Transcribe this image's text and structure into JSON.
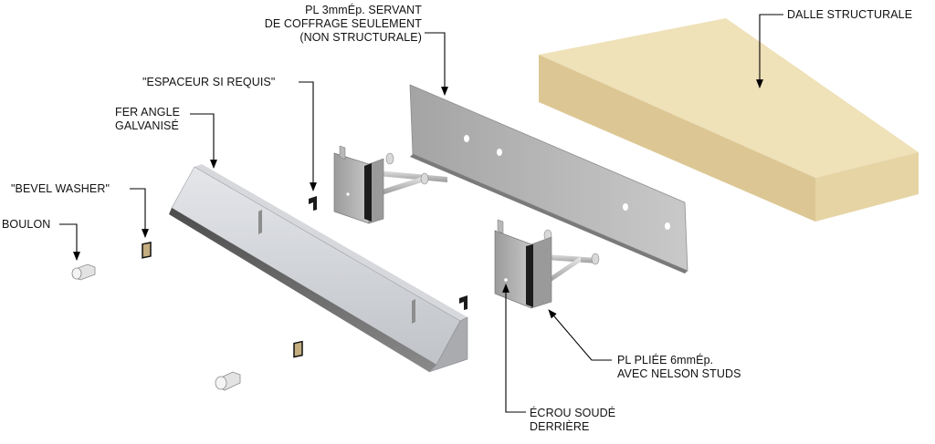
{
  "labels": {
    "pl3": [
      "PL 3mmÉp. SERVANT",
      "DE COFFRAGE SEULEMENT",
      "(NON STRUCTURALE)"
    ],
    "dalle": [
      "DALLE STRUCTURALE"
    ],
    "espaceur": [
      "\"ESPACEUR SI REQUIS\""
    ],
    "fer": [
      "FER ANGLE",
      "GALVANISÉ"
    ],
    "bevel": [
      "\"BEVEL WASHER\""
    ],
    "boulon": [
      "BOULON"
    ],
    "plpliee": [
      "PL PLIÉE 6mmÉp.",
      "AVEC NELSON STUDS"
    ],
    "ecrou": [
      "ÉCROU SOUDÉ",
      "DERRIÈRE"
    ]
  },
  "colors": {
    "slab_top": "#efe1b8",
    "slab_front": "#dcc794",
    "slab_side": "#e6d4a4",
    "steel_light": "#c8c8c8",
    "steel_mid": "#a9a9a9",
    "steel_dark": "#6f6f6f",
    "leader": "#000000"
  }
}
